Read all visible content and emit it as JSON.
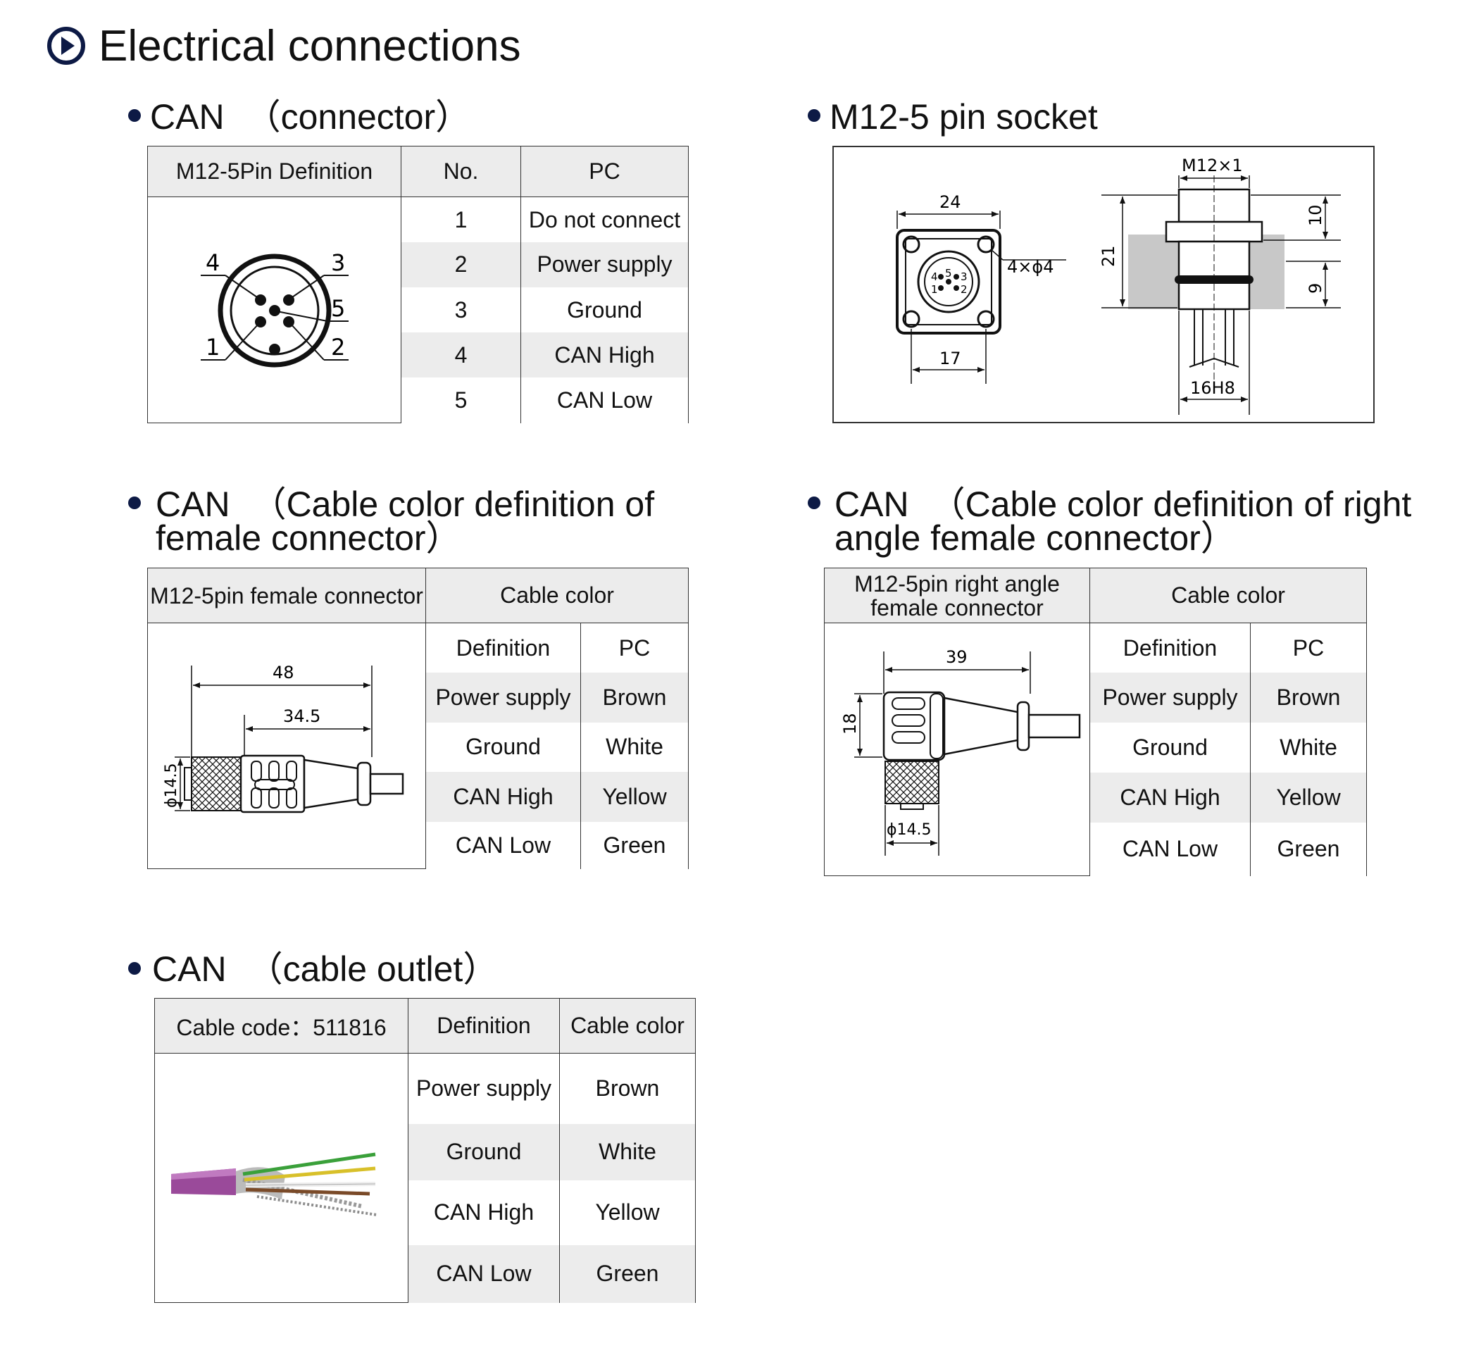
{
  "title": "Electrical connections",
  "sections": {
    "connector": {
      "heading_main": "CAN",
      "heading_sub": "（connector）",
      "headers": [
        "M12-5Pin Definition",
        "No.",
        "PC"
      ],
      "rows": [
        {
          "no": "1",
          "pc": "Do not connect"
        },
        {
          "no": "2",
          "pc": "Power supply"
        },
        {
          "no": "3",
          "pc": "Ground"
        },
        {
          "no": "4",
          "pc": "CAN High"
        },
        {
          "no": "5",
          "pc": "CAN Low"
        }
      ],
      "pin_labels": [
        "4",
        "3",
        "5",
        "1",
        "2"
      ]
    },
    "socket": {
      "heading": "M12-5 pin socket",
      "dims": {
        "w24": "24",
        "holes": "4×ϕ4",
        "w17": "17",
        "thread": "M12×1",
        "h21": "21",
        "h10": "10",
        "h9": "9",
        "bore": "16H8"
      },
      "pins": [
        "4",
        "5",
        "3",
        "1",
        "2"
      ]
    },
    "female": {
      "heading_main": "CAN",
      "heading_sub": "（Cable color definition of",
      "heading_line2": "female connector）",
      "header_left": "M12-5pin female connector",
      "header_right": "Cable color",
      "sub_headers": [
        "Definition",
        "PC"
      ],
      "rows": [
        {
          "def": "Power supply",
          "color": "Brown"
        },
        {
          "def": "Ground",
          "color": "White"
        },
        {
          "def": "CAN High",
          "color": "Yellow"
        },
        {
          "def": "CAN Low",
          "color": "Green"
        }
      ],
      "dims": {
        "len48": "48",
        "len345": "34.5",
        "dia": "ϕ14.5"
      }
    },
    "right_angle": {
      "heading_main": "CAN",
      "heading_sub": "（Cable color definition of right",
      "heading_line2": "angle female connector）",
      "header_left": "M12-5pin right angle female connector",
      "header_right": "Cable color",
      "sub_headers": [
        "Definition",
        "PC"
      ],
      "rows": [
        {
          "def": "Power supply",
          "color": "Brown"
        },
        {
          "def": "Ground",
          "color": "White"
        },
        {
          "def": "CAN High",
          "color": "Yellow"
        },
        {
          "def": "CAN Low",
          "color": "Green"
        }
      ],
      "dims": {
        "len39": "39",
        "h18": "18",
        "dia": "ϕ14.5"
      }
    },
    "outlet": {
      "heading_main": "CAN",
      "heading_sub": "（cable outlet）",
      "headers": [
        "Cable code：511816",
        "Definition",
        "Cable color"
      ],
      "rows": [
        {
          "def": "Power supply",
          "color": "Brown"
        },
        {
          "def": "Ground",
          "color": "White"
        },
        {
          "def": "CAN High",
          "color": "Yellow"
        },
        {
          "def": "CAN Low",
          "color": "Green"
        }
      ]
    }
  },
  "colors": {
    "bullet": "#0d1a45",
    "header_bg": "#ececec",
    "cable_jacket": "#9a4a9a"
  }
}
